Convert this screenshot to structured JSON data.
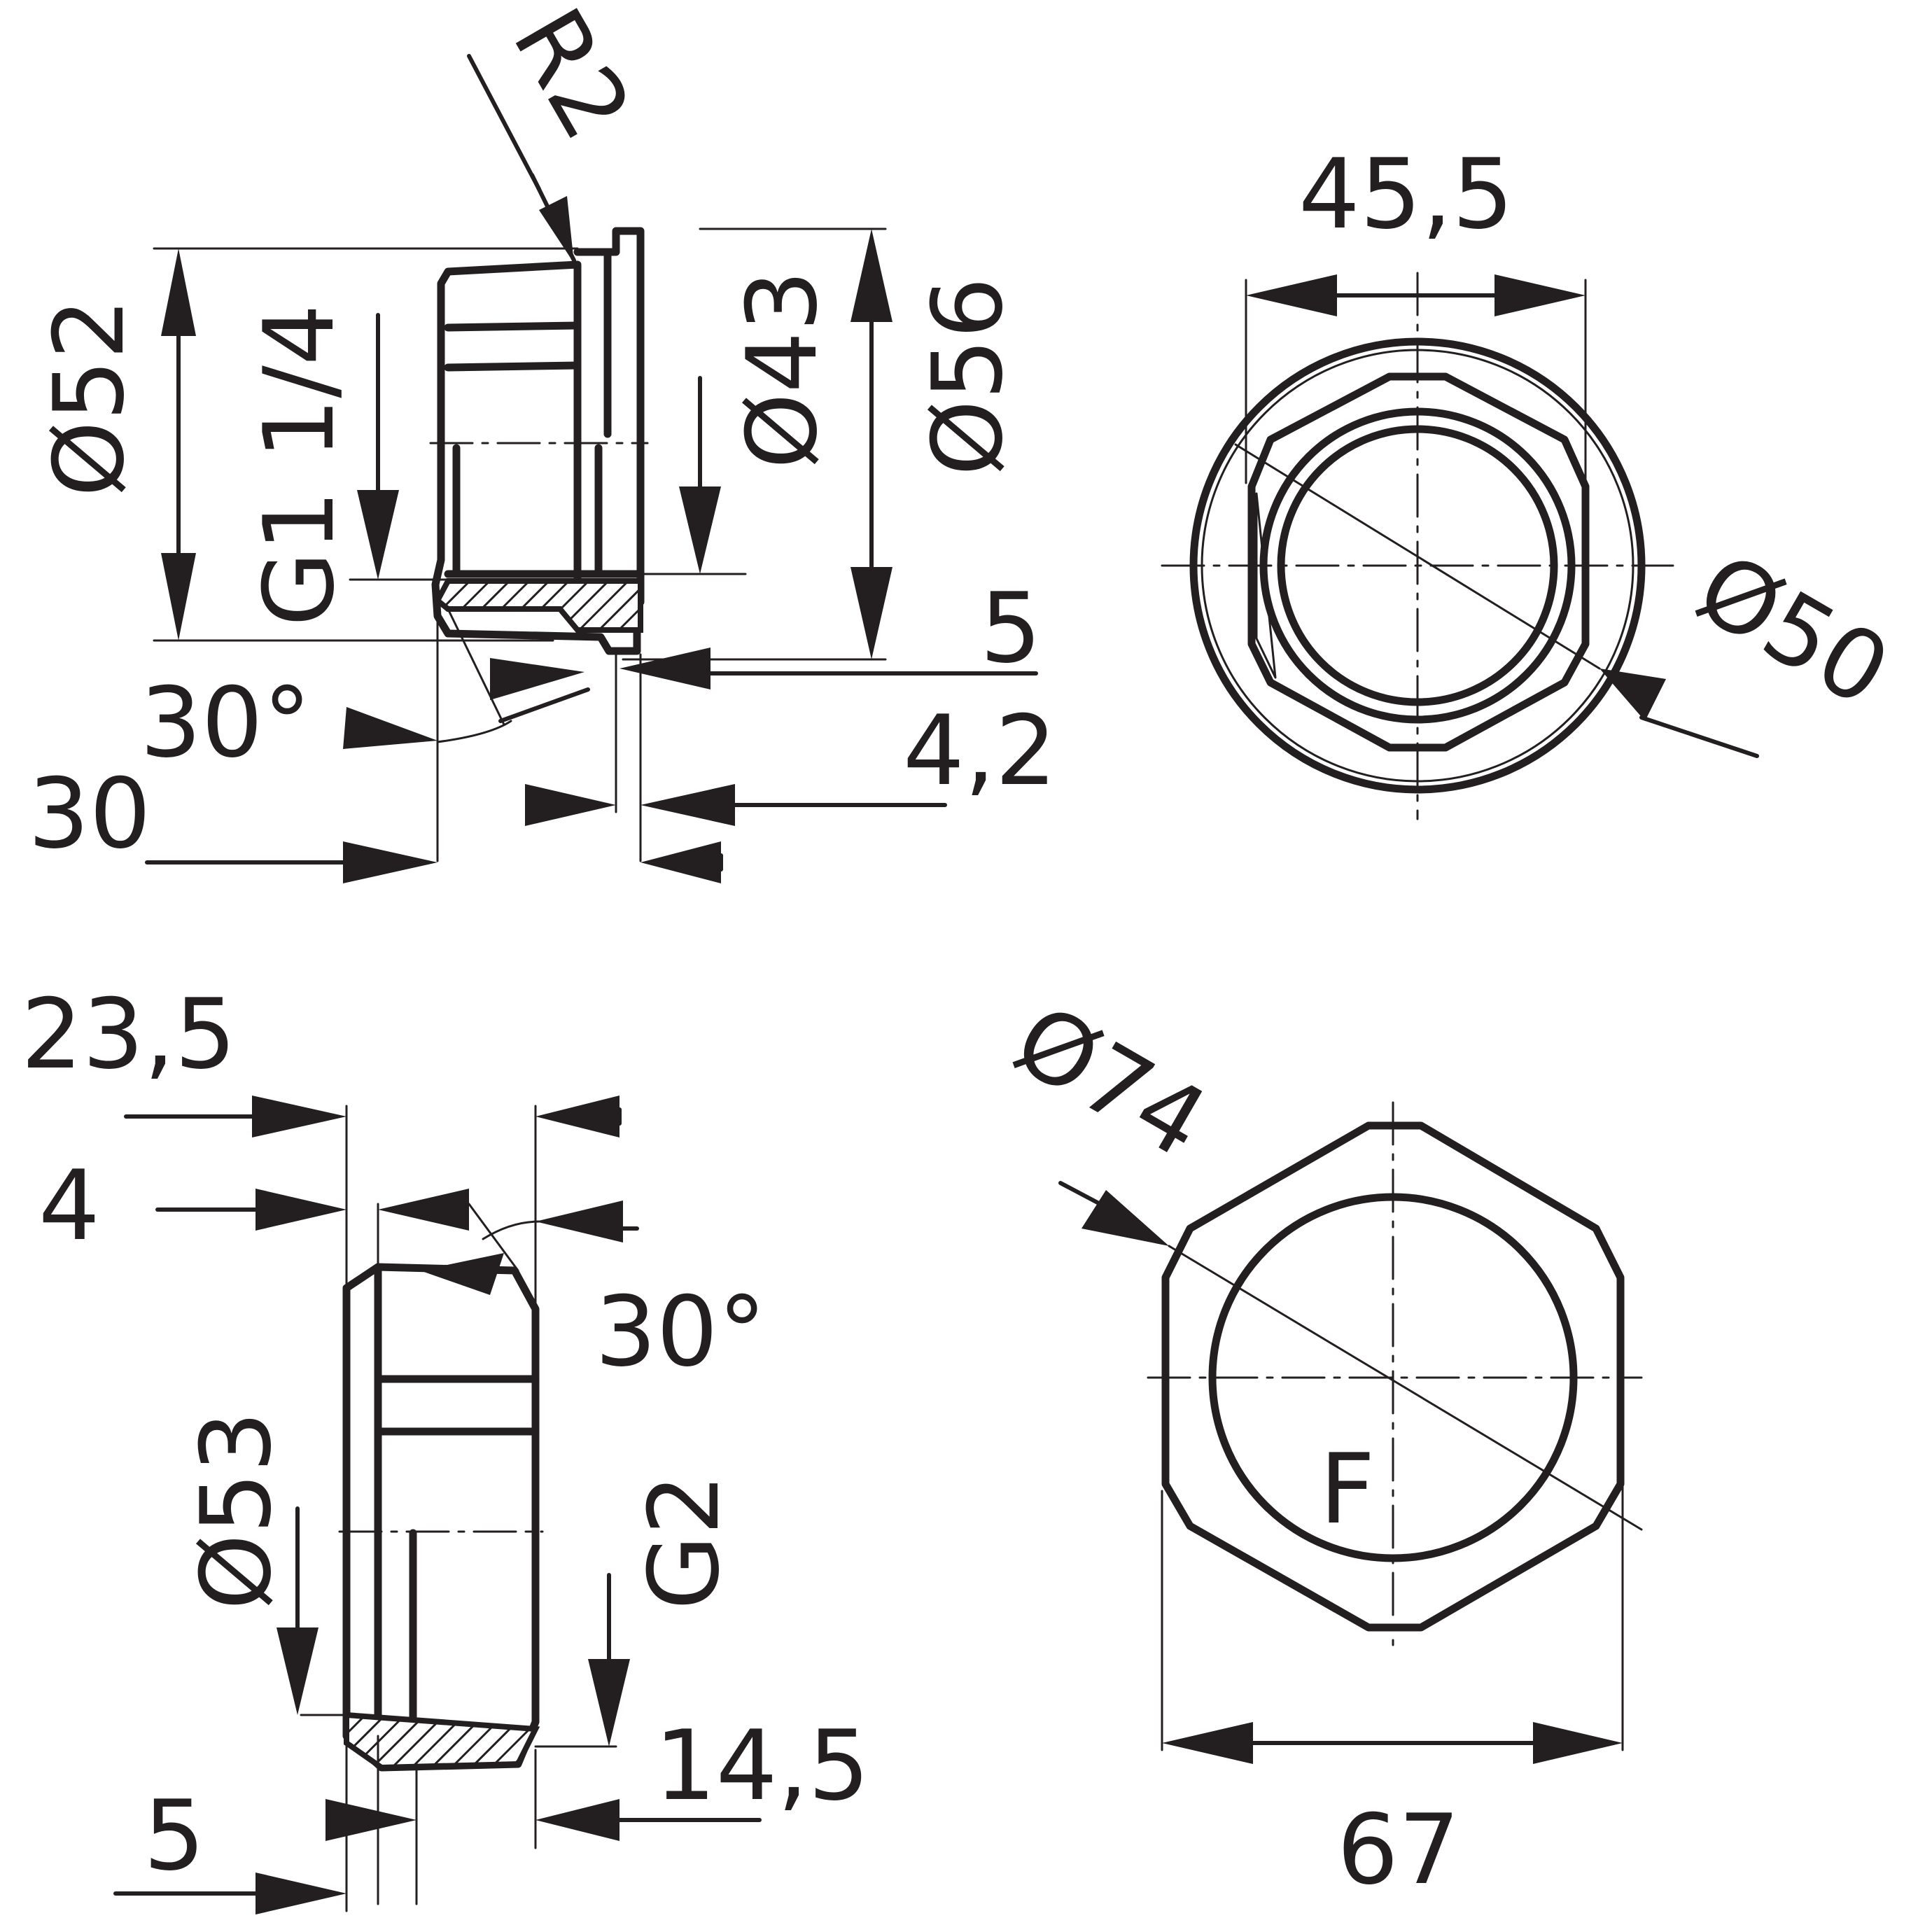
{
  "labels": {
    "r2": "R2",
    "thread_top": "G1 1/4",
    "d52": "Ø52",
    "d43": "Ø43",
    "d56": "Ø56",
    "a30_top": "30°",
    "len30": "30",
    "len5_top": "5",
    "len42": "4,2",
    "w455": "45,5",
    "d50": "Ø50",
    "len235": "23,5",
    "len4": "4",
    "a30_bottom": "30°",
    "d53": "Ø53",
    "thread_bottom": "G2",
    "len145": "14,5",
    "len5_bottom": "5",
    "d74": "Ø74",
    "w67": "67",
    "marking": "F"
  },
  "colors": {
    "line": "#231f20",
    "background": "#ffffff"
  }
}
